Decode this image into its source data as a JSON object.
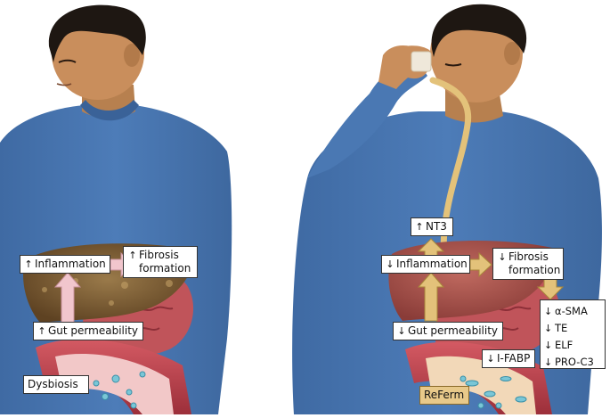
{
  "left_panel": {
    "inflammation": {
      "arrow": "↑",
      "text": "Inflammation"
    },
    "fibrosis": {
      "arrow": "↑",
      "line1": "Fibrosis",
      "line2": "formation"
    },
    "gut_permeability": {
      "arrow": "↑",
      "text": "Gut permeability"
    },
    "dysbiosis": "Dysbiosis"
  },
  "right_panel": {
    "nt3": {
      "arrow": "↑",
      "text": "NT3"
    },
    "inflammation": {
      "arrow": "↓",
      "text": "Inflammation"
    },
    "fibrosis": {
      "arrow": "↓",
      "line1": "Fibrosis",
      "line2": "formation"
    },
    "gut_permeability": {
      "arrow": "↓",
      "text": "Gut permeability"
    },
    "ifabp": {
      "arrow": "↓",
      "text": "I-FABP"
    },
    "reference": "ReFerm",
    "markers": [
      {
        "arrow": "↓",
        "text": "α-SMA"
      },
      {
        "arrow": "↓",
        "text": "TE"
      },
      {
        "arrow": "↓",
        "text": "ELF"
      },
      {
        "arrow": "↓",
        "text": "PRO-C3"
      }
    ]
  },
  "colors": {
    "shirt": "#4a78b3",
    "skin": "#c98e5c",
    "hair": "#1e1712",
    "liver_left": "#7a5a32",
    "liver_right": "#a8504a",
    "intestine": "#c0545a",
    "arrow_left": "#f1c6cd",
    "arrow_right": "#e3c27a"
  }
}
